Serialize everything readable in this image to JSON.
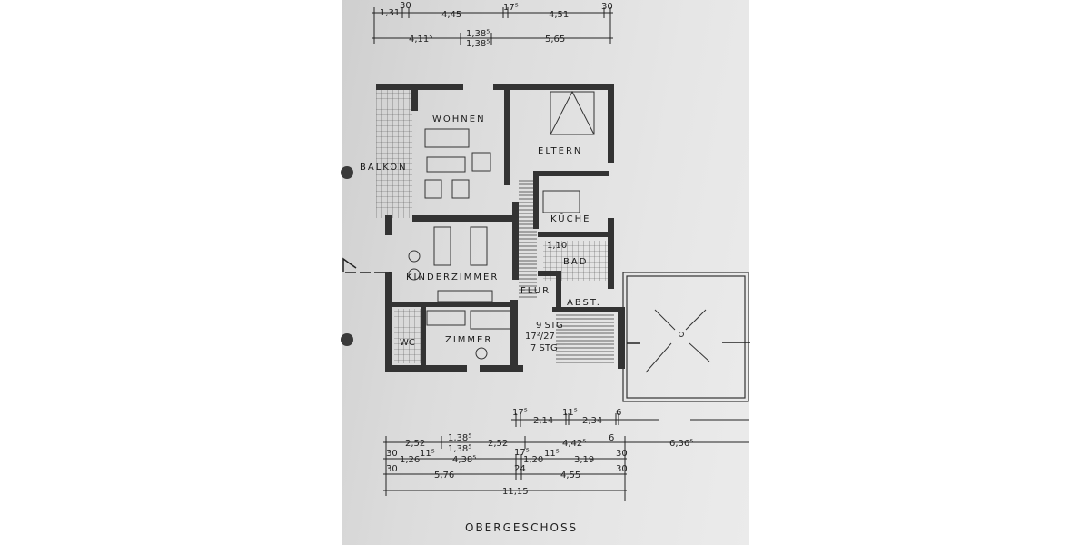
{
  "drawing": {
    "title": "OBERGESCHOSS",
    "rooms": {
      "wohnen": "WOHNEN",
      "eltern": "ELTERN",
      "balkon": "BALKON",
      "kueche": "KÜCHE",
      "bad": "BAD",
      "kinderzimmer": "KINDERZIMMER",
      "flur": "FLUR",
      "abst": "ABST.",
      "zimmer": "ZIMMER",
      "wc": "WC"
    },
    "annotations": {
      "bad_width": "1,10",
      "stairs_upper": "9 STG",
      "stairs_ratio": "17²/27",
      "stairs_lower": "7 STG"
    },
    "top_dimensions": {
      "row1": [
        "1,31",
        "30",
        "4,45",
        "17⁵",
        "4,51",
        "30"
      ],
      "row2": [
        "4,11⁵",
        "1,38⁵",
        "1,38⁵",
        "5,65"
      ]
    },
    "bottom_dimensions": {
      "row1": [
        "17⁵",
        "2,14",
        "11⁵",
        "2,34",
        "6"
      ],
      "row2": [
        "2,52",
        "1,38⁵",
        "1,38⁵",
        "2,52",
        "4,42⁵",
        "6",
        "6,36⁵"
      ],
      "row3": [
        "30",
        "1,26",
        "11⁵",
        "4,38⁵",
        "17⁵",
        "1,20",
        "11⁵",
        "3,19",
        "30"
      ],
      "row4": [
        "30",
        "5,76",
        "24",
        "4,55",
        "30"
      ],
      "row5": [
        "11,15"
      ]
    }
  }
}
